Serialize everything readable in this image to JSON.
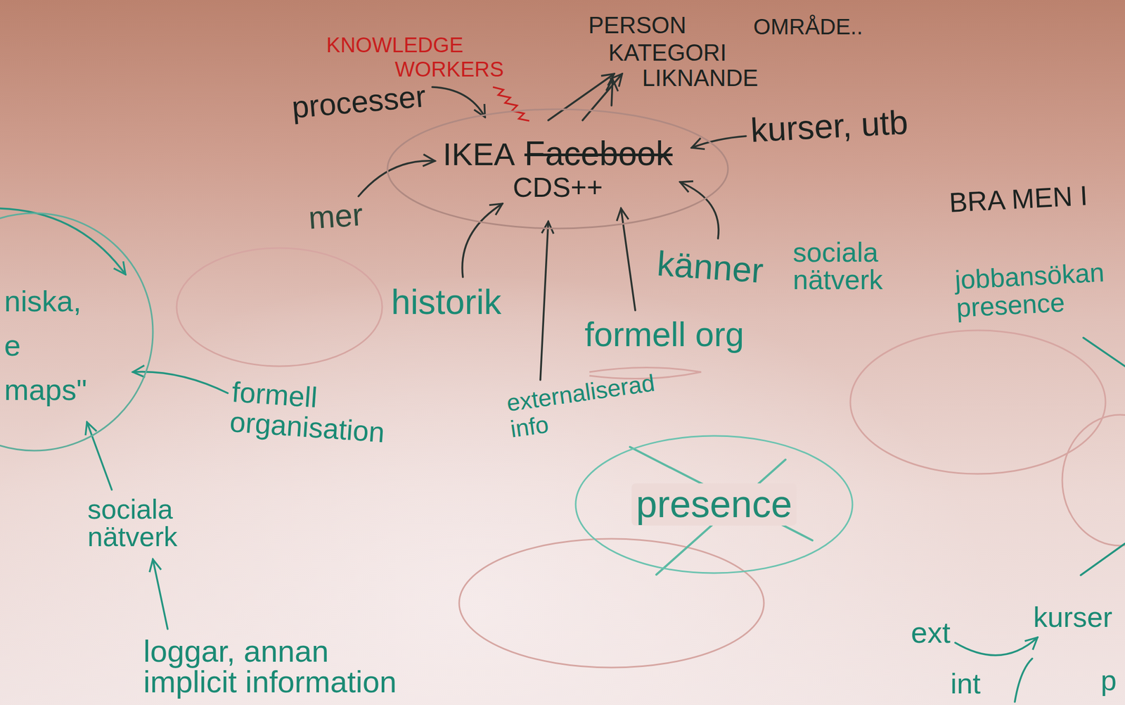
{
  "diagram": {
    "nodes": [
      {
        "text": [
          "IKEA",
          "Facebook",
          "CDS++"
        ]
      },
      {
        "text": [
          "niska, e maps\""
        ]
      },
      {
        "text": [
          "presence"
        ]
      }
    ],
    "labels": [
      "PERSON",
      "OMRÅDE..",
      "KNOWLEDGE WORKERS",
      "KATEGORI",
      "LIKNANDE",
      "processer",
      "kurser, utb",
      "BRA MEN I",
      "mer",
      "sociala nätverk",
      "känner",
      "jobbansökan presence",
      "historik",
      "formell org",
      "formell organisation",
      "externaliserad info",
      "sociala nätverk",
      "loggar, annan implicit information",
      "ext",
      "kurser",
      "int",
      "p"
    ]
  }
}
